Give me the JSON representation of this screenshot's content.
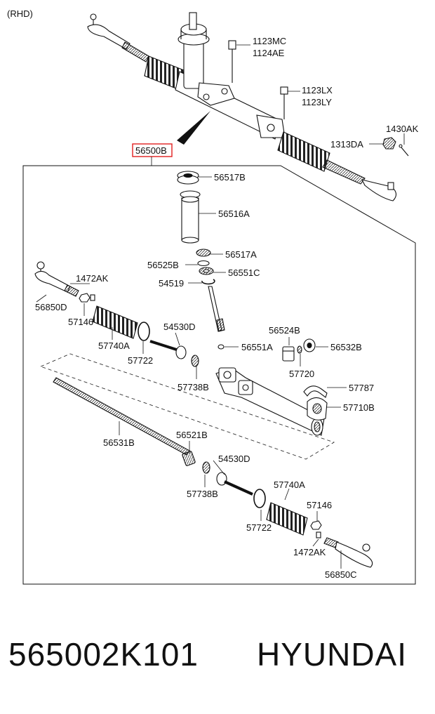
{
  "diagram": {
    "variant": "(RHD)",
    "assembly_label": "56500B",
    "assembly_highlight_color": "#e02020",
    "labels": {
      "l_1123MC": "1123MC",
      "l_1124AE": "1124AE",
      "l_1123LX": "1123LX",
      "l_1123LY": "1123LY",
      "l_1430AK": "1430AK",
      "l_1313DA": "1313DA",
      "l_56517B": "56517B",
      "l_56516A": "56516A",
      "l_56517A": "56517A",
      "l_56525B": "56525B",
      "l_56551C": "56551C",
      "l_54519": "54519",
      "l_1472AK_top": "1472AK",
      "l_56850D": "56850D",
      "l_57146_left": "57146",
      "l_57740A_left": "57740A",
      "l_54530D_top": "54530D",
      "l_57722_top": "57722",
      "l_57738B_top": "57738B",
      "l_56524B": "56524B",
      "l_56551A": "56551A",
      "l_56532B": "56532B",
      "l_57720": "57720",
      "l_57787": "57787",
      "l_57710B": "57710B",
      "l_56531B": "56531B",
      "l_56521B": "56521B",
      "l_54530D_bottom": "54530D",
      "l_57738B_bottom": "57738B",
      "l_57740A_right": "57740A",
      "l_57146_right": "57146",
      "l_57722_bottom": "57722",
      "l_1472AK_bottom": "1472AK",
      "l_56850C": "56850C"
    }
  },
  "footer": {
    "part_number": "565002K101",
    "brand": "HYUNDAI"
  }
}
